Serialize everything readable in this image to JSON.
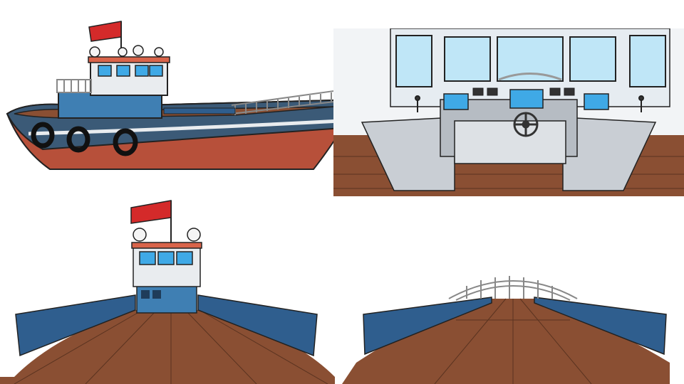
{
  "scene": {
    "panels": [
      {
        "id": "boat-exterior"
      },
      {
        "id": "wheelhouse-interior"
      },
      {
        "id": "deck-view-stern"
      },
      {
        "id": "deck-view-bow"
      }
    ]
  },
  "colors": {
    "flag": "#d42a2a",
    "hull_red": "#b7503a",
    "hull_blue": "#3b5a77",
    "cabin_blue": "#3f7fb3",
    "cabin_white": "#e9ecef",
    "deck_wood": "#8a4f33",
    "rail_blue": "#2f5e8e",
    "console_grey": "#c9ced4",
    "screen_blue": "#3fa9e6",
    "window_sky": "#bfe6f7"
  },
  "icons": [
    "flag-icon",
    "lamp-icon",
    "steering-wheel-icon",
    "throttle-lever-icon",
    "monitor-icon",
    "tire-fender-icon"
  ]
}
